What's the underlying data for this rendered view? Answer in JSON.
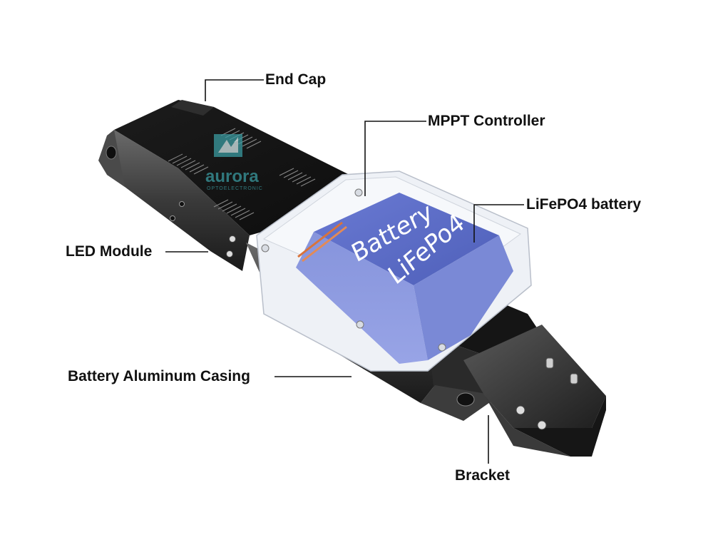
{
  "diagram": {
    "labels": {
      "end_cap": "End Cap",
      "mppt_controller": "MPPT Controller",
      "lifepo4_battery": "LiFePO4 battery",
      "led_module": "LED Module",
      "battery_casing": "Battery Aluminum Casing",
      "bracket": "Bracket"
    },
    "battery_print": {
      "line1": "Battery",
      "line2": "LiFePo4"
    },
    "watermark": {
      "brand": "aurora",
      "sub": "OPTOELECTRONIC"
    },
    "colors": {
      "housing": "#2a2a2a",
      "battery": "#5d6fc9",
      "cover": "#e9edf3",
      "accent_copper": "#d9733a",
      "watermark": "#3a9aa0"
    }
  }
}
